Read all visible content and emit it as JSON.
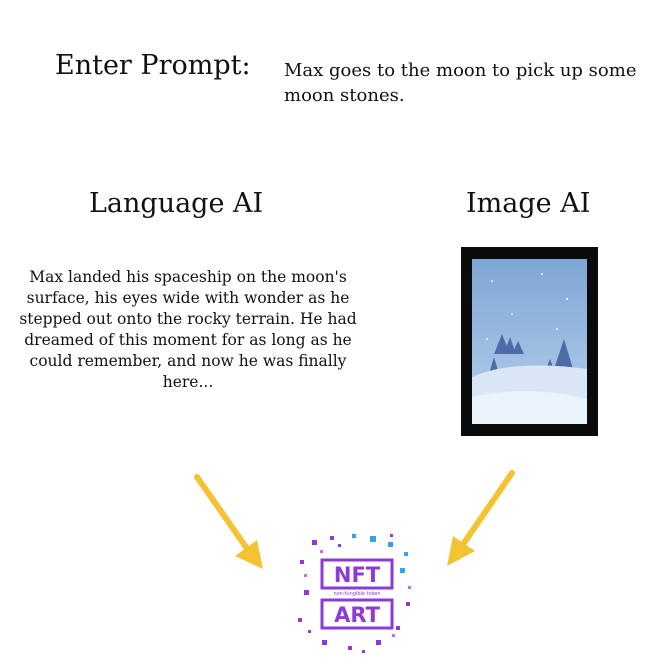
{
  "prompt": {
    "label": "Enter Prompt:",
    "text": "Max goes to the moon to pick up some moon stones."
  },
  "language_ai": {
    "title": "Language AI",
    "output": "Max landed his spaceship on the moon's surface, his eyes wide with wonder as he stepped out onto the rocky terrain. He had dreamed of this moment for as long as he could remember, and now he was finally here..."
  },
  "image_ai": {
    "title": "Image AI"
  },
  "nft_logo": {
    "top_text": "NFT",
    "sub_text": "non-fungible token",
    "bottom_text": "ART"
  },
  "colors": {
    "arrow": "#f3c331",
    "frame": "#0b0b0b",
    "sky": "#86acd8",
    "logo_primary": "#8c3bd6",
    "logo_accent": "#3aa0e8"
  }
}
